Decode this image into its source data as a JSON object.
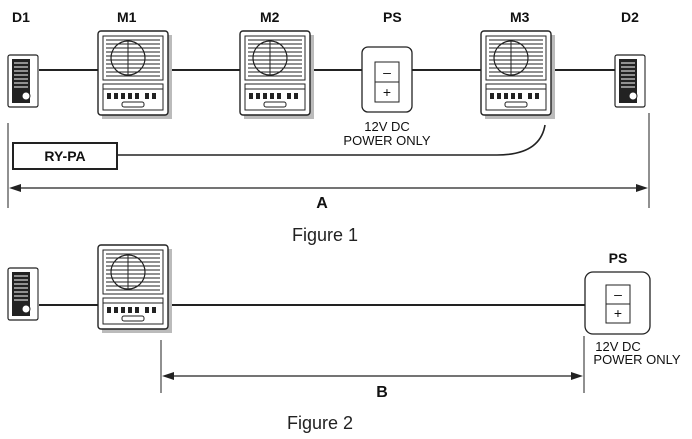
{
  "figure1": {
    "labels": {
      "d1": "D1",
      "m1": "M1",
      "m2": "M2",
      "ps": "PS",
      "m3": "M3",
      "d2": "D2"
    },
    "ps_minus": "–",
    "ps_plus": "+",
    "ps_note_line1": "12V DC",
    "ps_note_line2": "POWER ONLY",
    "relay_label": "RY-PA",
    "dimension_label": "A",
    "caption": "Figure 1"
  },
  "figure2": {
    "ps_label": "PS",
    "ps_minus": "–",
    "ps_plus": "+",
    "ps_note_line1": "12V DC",
    "ps_note_line2": "POWER ONLY",
    "dimension_label": "B",
    "caption": "Figure 2"
  }
}
